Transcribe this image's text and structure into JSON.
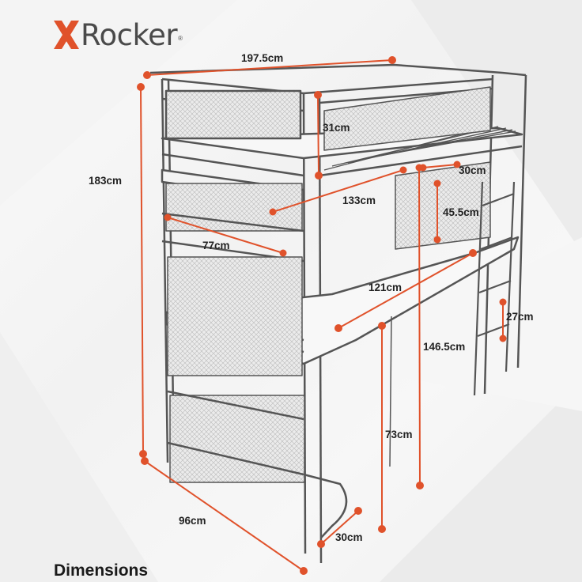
{
  "brand": {
    "name": "Rocker",
    "trademark": "®"
  },
  "dimensions": {
    "overall_width": "197.5cm",
    "overall_height": "183cm",
    "rail_height": "31cm",
    "shelf_depth_small": "30cm",
    "desk_shelf_width": "133cm",
    "shelf_height": "45.5cm",
    "shelf_length": "77cm",
    "desk_width": "121cm",
    "ladder_step": "27cm",
    "bed_underside_height": "146.5cm",
    "desk_height": "73cm",
    "overall_depth": "96cm",
    "desk_depth": "30cm"
  },
  "caption": "Dimensions",
  "colors": {
    "accent": "#e0522b",
    "frame": "#555555",
    "mesh": "#e6e6e6",
    "text": "#222222"
  }
}
